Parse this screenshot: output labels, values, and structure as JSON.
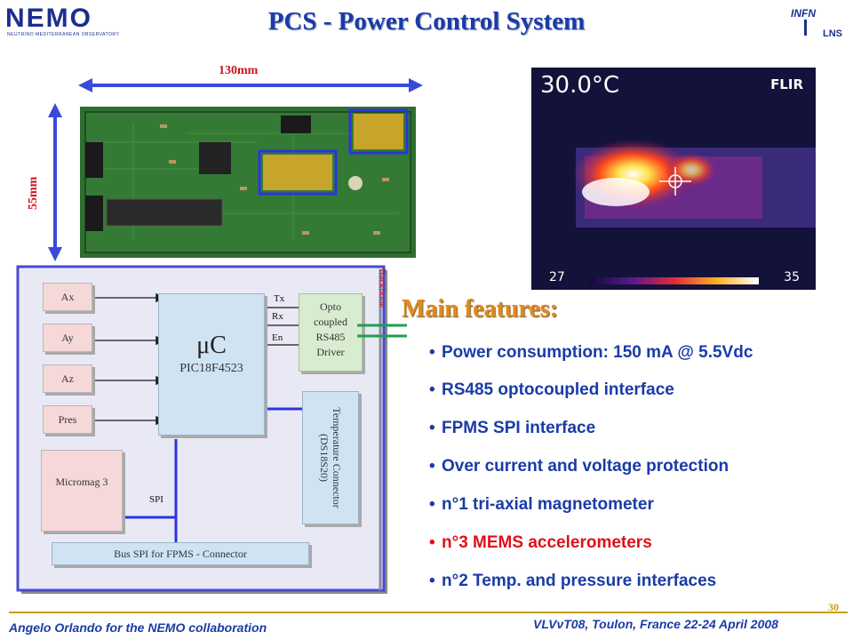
{
  "header": {
    "title": "PCS - Power Control System",
    "logo_left": {
      "text": "NEMO",
      "subtitle": "NEUTRINO MEDITERRANEAN OBSERVATORY"
    },
    "logo_right": {
      "text": "INFN",
      "sub": "LNS"
    }
  },
  "board": {
    "width_label": "130mm",
    "height_label": "55mm"
  },
  "thermal_image": {
    "temperature": "30.0°C",
    "brand": "FLIR",
    "scale_min": "27",
    "scale_max": "35"
  },
  "diagram": {
    "backbone_label": "Backbone",
    "mcu": {
      "symbol": "μC",
      "model": "PIC18F4523"
    },
    "sensors": [
      "Ax",
      "Ay",
      "Az",
      "Pres"
    ],
    "micromag": "Micromag 3",
    "opto_driver": "Opto coupled RS485 Driver",
    "signals": [
      "Tx",
      "Rx",
      "En"
    ],
    "temp_connector": "Temperature Connector (DS18S20)",
    "spi_label": "SPI",
    "bus_label": "Bus SPI for FPMS - Connector"
  },
  "features": {
    "title": "Main features:",
    "items": [
      "Power consumption: 150 mA @ 5.5Vdc",
      "RS485 optocoupled interface",
      "FPMS SPI interface",
      "Over current and voltage protection",
      "n°1 tri-axial magnetometer",
      "n°3 MEMS accelerometers",
      "n°2 Temp. and pressure interfaces"
    ],
    "highlight_index": 5
  },
  "footer": {
    "slide_number": "30",
    "left": "Angelo Orlando for the NEMO collaboration",
    "right": "VLVνT08, Toulon, France 22-24 April 2008"
  },
  "colors": {
    "title": "#1a3ba8",
    "features_title": "#e38a1e",
    "highlight": "#e0101a",
    "dimension_arrows": "#3a4ad8",
    "footer_rule": "#c8a000"
  }
}
